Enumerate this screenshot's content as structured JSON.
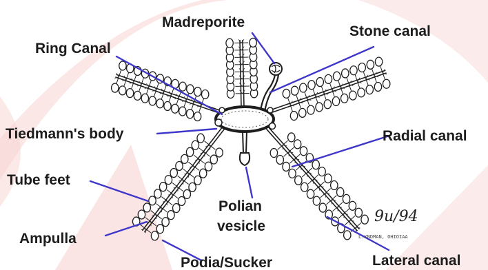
{
  "colors": {
    "background": "#ffffff",
    "watermark": "#f7d3d2",
    "leader_line": "#3f37c9",
    "ink": "#1c1c1c"
  },
  "labels": {
    "madreporite": "Madreporite",
    "stone_canal": "Stone canal",
    "ring_canal": "Ring Canal",
    "tiedmanns_body": "Tiedmann's body",
    "radial_canal": "Radial canal",
    "tube_feet": "Tube feet",
    "polian_line1": "Polian",
    "polian_line2": "vesicle",
    "ampulla": "Ampulla",
    "podia_sucker": "Podia/Sucker",
    "lateral_canal": "Lateral canal"
  },
  "signature": "9u/94",
  "signature_small": "L.YNDMAN, OHIOIAA"
}
